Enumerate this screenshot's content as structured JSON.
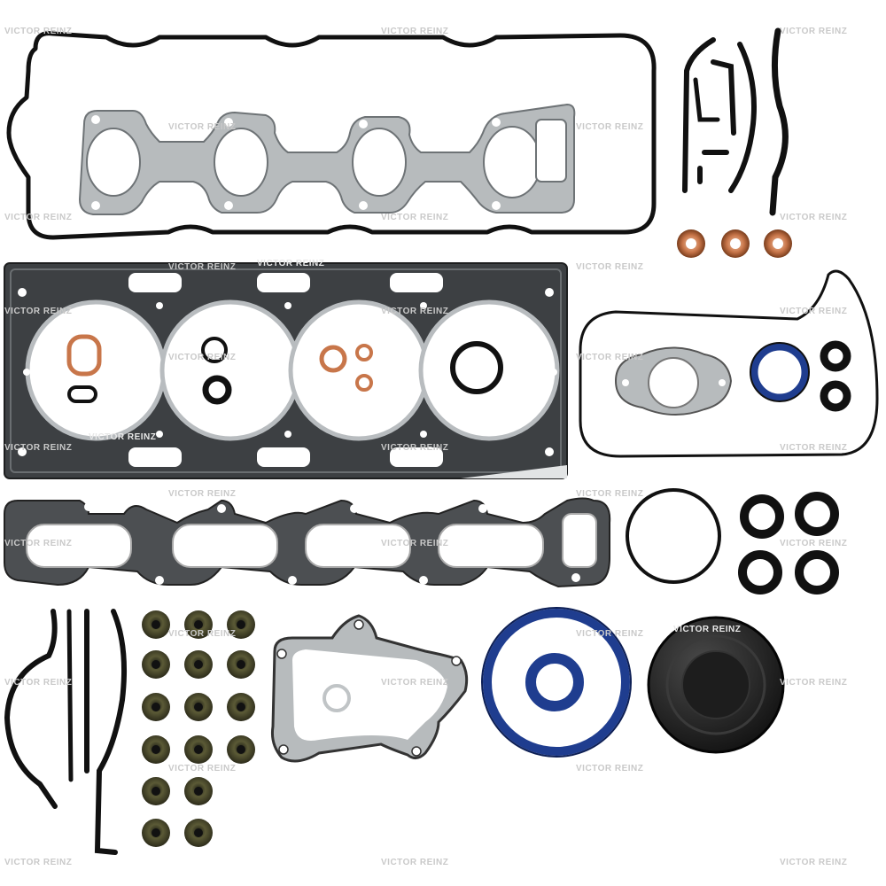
{
  "brand": {
    "watermark_text": "VICTOR REINZ",
    "watermark_color": "#c9c9c9",
    "logo_text_color": "#e8e8e8"
  },
  "colors": {
    "gasket_gray": "#9ea3a6",
    "gasket_dark": "#3a3c3e",
    "rubber_black": "#111111",
    "copper": "#c8764a",
    "blue_seal": "#1f3d8f",
    "metal_light": "#d8dbdc"
  },
  "parts": [
    {
      "id": "valve-cover-gasket"
    },
    {
      "id": "exhaust-manifold-gasket"
    },
    {
      "id": "cylinder-head-gasket"
    },
    {
      "id": "intake-manifold-gasket"
    },
    {
      "id": "timing-cover-gasket"
    },
    {
      "id": "water-pump-gasket"
    },
    {
      "id": "rear-main-seal-kit"
    },
    {
      "id": "crankshaft-seal-cover"
    },
    {
      "id": "valve-stem-seals"
    },
    {
      "id": "o-rings"
    },
    {
      "id": "copper-washers"
    },
    {
      "id": "rubber-strips"
    }
  ]
}
